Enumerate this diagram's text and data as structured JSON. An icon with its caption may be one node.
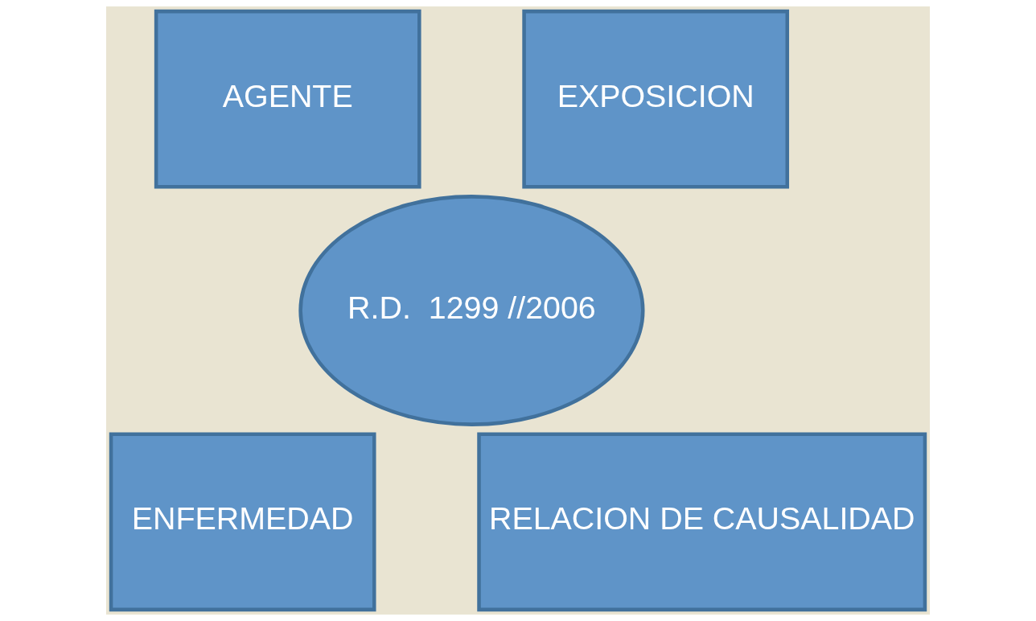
{
  "diagram": {
    "nodes": [
      {
        "text": [
          "AGENTE"
        ]
      },
      {
        "text": [
          "EXPOSICION"
        ]
      },
      {
        "text": [
          "R.D.  1299 //2006"
        ]
      },
      {
        "text": [
          "ENFERMEDAD"
        ]
      },
      {
        "text": [
          "RELACION DE CAUSALIDAD"
        ]
      }
    ]
  }
}
